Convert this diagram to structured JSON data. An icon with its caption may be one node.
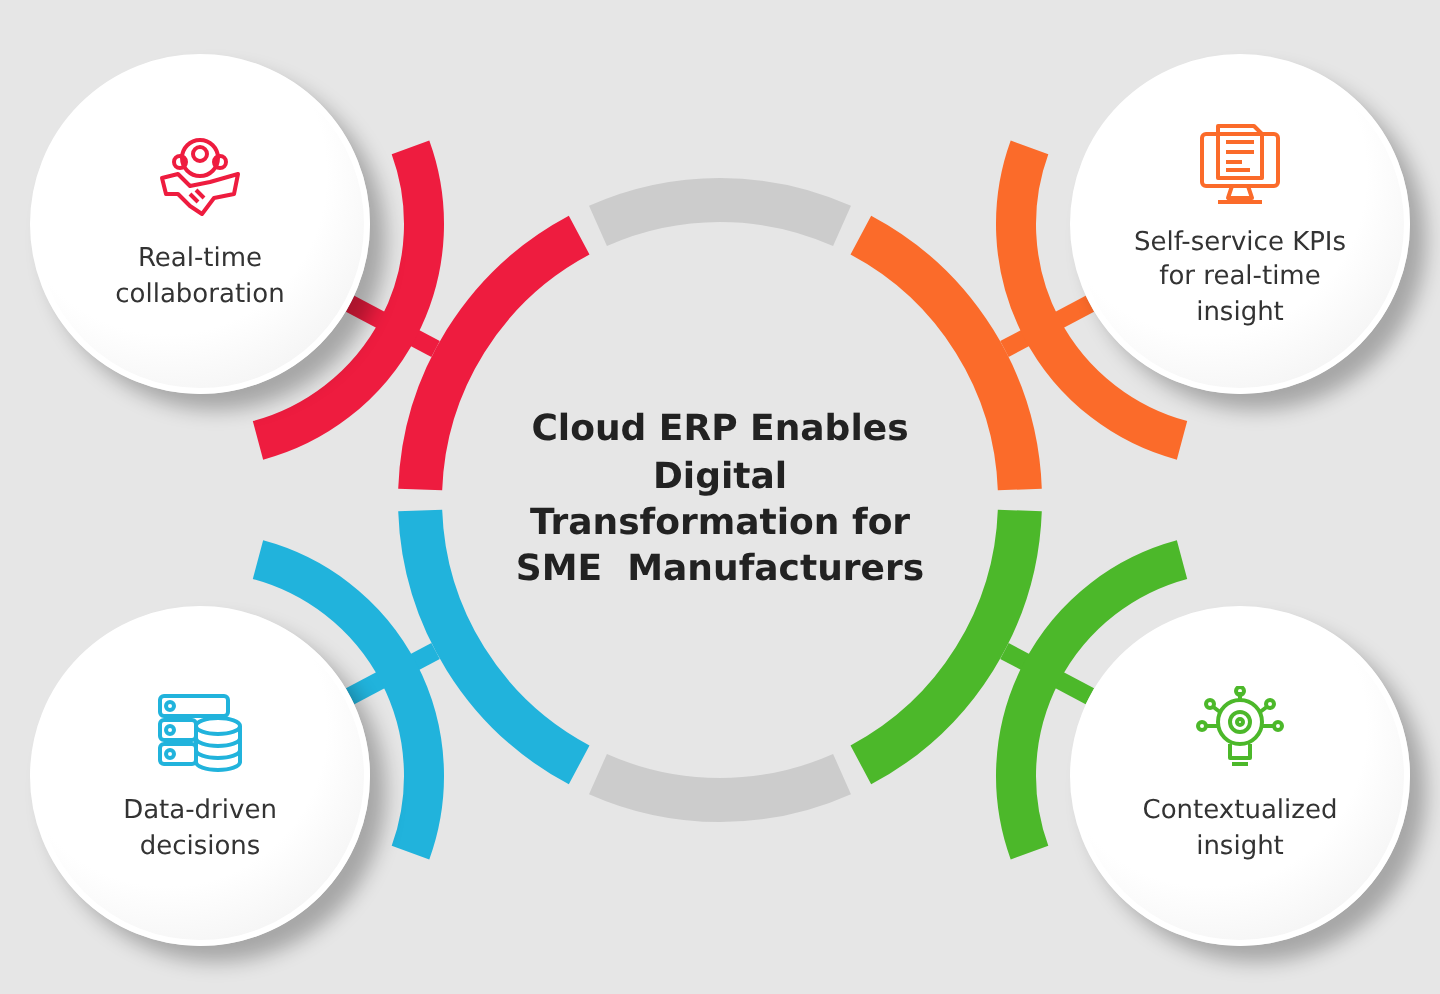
{
  "diagram": {
    "nodes": [
      {
        "text": [
          "Cloud ERP Enables Digital Transformation for SME  Manufacturers"
        ]
      },
      {
        "text": [
          "Real-time collaboration"
        ]
      },
      {
        "text": [
          "Self-service KPIs for real-time insight"
        ]
      },
      {
        "text": [
          "Data-driven decisions"
        ]
      },
      {
        "text": [
          "Contextualized insight"
        ]
      }
    ],
    "edges": [
      {
        "from": 0,
        "to": 1,
        "arrow": "none",
        "color": "#ee1c3f"
      },
      {
        "from": 0,
        "to": 2,
        "arrow": "none",
        "color": "#fb6b2a"
      },
      {
        "from": 0,
        "to": 3,
        "arrow": "none",
        "color": "#21b3dc"
      },
      {
        "from": 0,
        "to": 4,
        "arrow": "none",
        "color": "#4cb82a"
      }
    ]
  }
}
